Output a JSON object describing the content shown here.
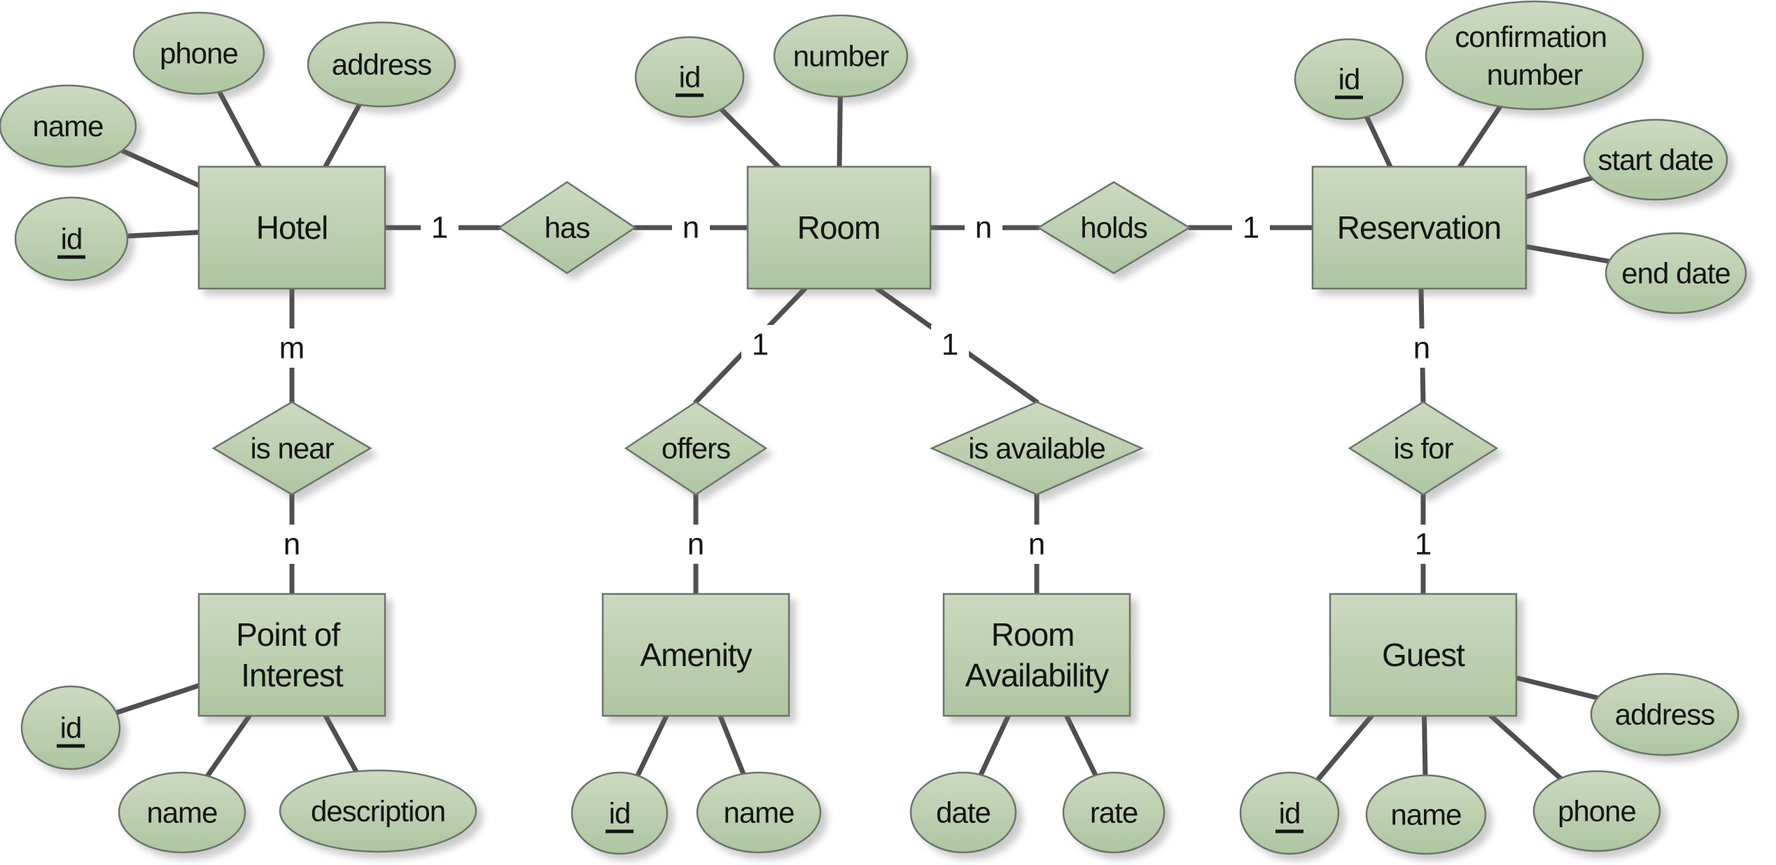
{
  "colors": {
    "shape_fill_top": "#ccdabf",
    "shape_fill_bottom": "#aec6a1",
    "shape_border": "#6a756a",
    "connector": "#4f4f4f",
    "text": "#141414",
    "background": "#ffffff"
  },
  "entities": [
    {
      "name": "Hotel",
      "attributes": [
        {
          "label": "id",
          "key": true
        },
        {
          "label": "name",
          "key": false
        },
        {
          "label": "phone",
          "key": false
        },
        {
          "label": "address",
          "key": false
        }
      ]
    },
    {
      "name": "Room",
      "attributes": [
        {
          "label": "id",
          "key": true
        },
        {
          "label": "number",
          "key": false
        }
      ]
    },
    {
      "name": "Reservation",
      "attributes": [
        {
          "label": "id",
          "key": true
        },
        {
          "label": "confirmation number",
          "key": false,
          "label_lines": [
            "confirmation",
            "number"
          ]
        },
        {
          "label": "start date",
          "key": false
        },
        {
          "label": "end date",
          "key": false
        }
      ]
    },
    {
      "name": "Point of Interest",
      "name_lines": [
        "Point of",
        "Interest"
      ],
      "attributes": [
        {
          "label": "id",
          "key": true
        },
        {
          "label": "name",
          "key": false
        },
        {
          "label": "description",
          "key": false
        }
      ]
    },
    {
      "name": "Amenity",
      "attributes": [
        {
          "label": "id",
          "key": true
        },
        {
          "label": "name",
          "key": false
        }
      ]
    },
    {
      "name": "Room Availability",
      "name_lines": [
        "Room",
        "Availability"
      ],
      "attributes": [
        {
          "label": "date",
          "key": false
        },
        {
          "label": "rate",
          "key": false
        }
      ]
    },
    {
      "name": "Guest",
      "attributes": [
        {
          "label": "id",
          "key": true
        },
        {
          "label": "name",
          "key": false
        },
        {
          "label": "phone",
          "key": false
        },
        {
          "label": "address",
          "key": false
        }
      ]
    }
  ],
  "relationships": [
    {
      "name": "has",
      "from": "Hotel",
      "to": "Room",
      "from_cardinality": "1",
      "to_cardinality": "n"
    },
    {
      "name": "holds",
      "from": "Room",
      "to": "Reservation",
      "from_cardinality": "n",
      "to_cardinality": "1"
    },
    {
      "name": "is near",
      "from": "Hotel",
      "to": "Point of Interest",
      "from_cardinality": "m",
      "to_cardinality": "n"
    },
    {
      "name": "offers",
      "from": "Room",
      "to": "Amenity",
      "from_cardinality": "1",
      "to_cardinality": "n"
    },
    {
      "name": "is available",
      "from": "Room",
      "to": "Room Availability",
      "from_cardinality": "1",
      "to_cardinality": "n"
    },
    {
      "name": "is for",
      "from": "Reservation",
      "to": "Guest",
      "from_cardinality": "n",
      "to_cardinality": "1"
    }
  ]
}
